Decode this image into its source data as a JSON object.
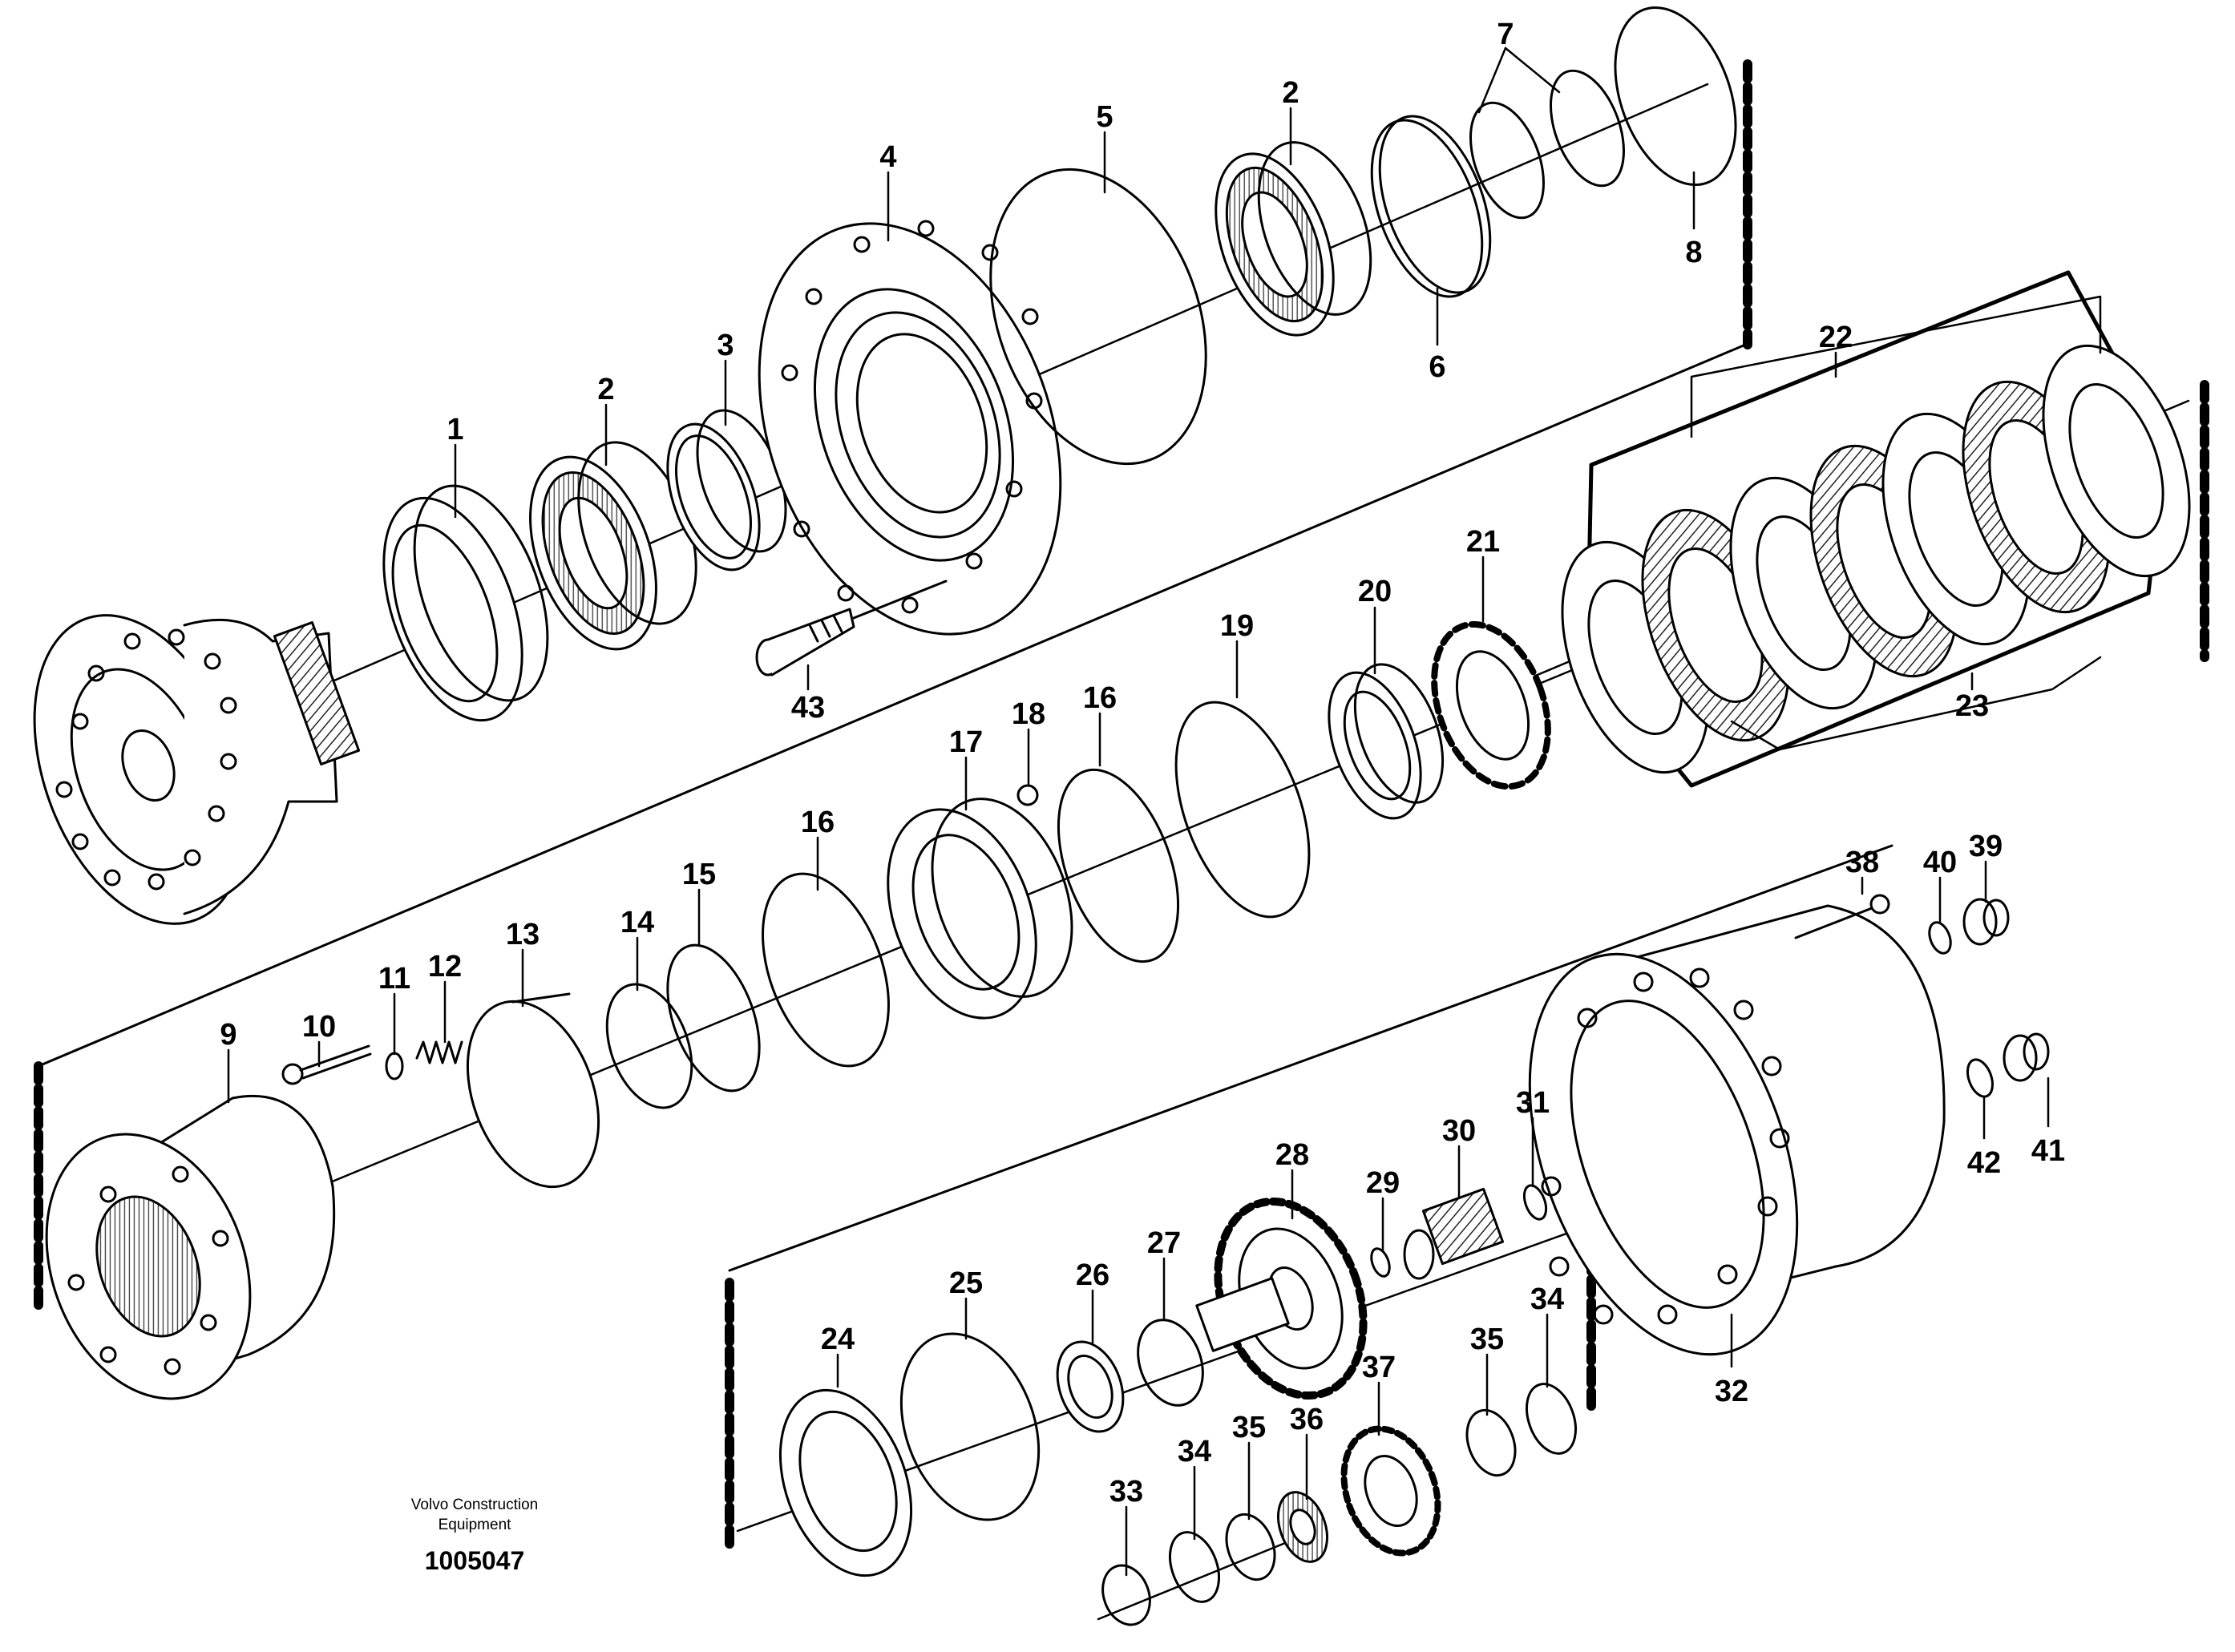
{
  "parts": [
    {
      "id": "part-1",
      "label": "1"
    },
    {
      "id": "part-2a",
      "label": "2"
    },
    {
      "id": "part-2b",
      "label": "2"
    },
    {
      "id": "part-3",
      "label": "3"
    },
    {
      "id": "part-4",
      "label": "4"
    },
    {
      "id": "part-5",
      "label": "5"
    },
    {
      "id": "part-6",
      "label": "6"
    },
    {
      "id": "part-7",
      "label": "7"
    },
    {
      "id": "part-8",
      "label": "8"
    },
    {
      "id": "part-9",
      "label": "9"
    },
    {
      "id": "part-10",
      "label": "10"
    },
    {
      "id": "part-11",
      "label": "11"
    },
    {
      "id": "part-12",
      "label": "12"
    },
    {
      "id": "part-13",
      "label": "13"
    },
    {
      "id": "part-14",
      "label": "14"
    },
    {
      "id": "part-15",
      "label": "15"
    },
    {
      "id": "part-16a",
      "label": "16"
    },
    {
      "id": "part-16b",
      "label": "16"
    },
    {
      "id": "part-17",
      "label": "17"
    },
    {
      "id": "part-18",
      "label": "18"
    },
    {
      "id": "part-19",
      "label": "19"
    },
    {
      "id": "part-20",
      "label": "20"
    },
    {
      "id": "part-21",
      "label": "21"
    },
    {
      "id": "part-22",
      "label": "22"
    },
    {
      "id": "part-23",
      "label": "23"
    },
    {
      "id": "part-24",
      "label": "24"
    },
    {
      "id": "part-25",
      "label": "25"
    },
    {
      "id": "part-26",
      "label": "26"
    },
    {
      "id": "part-27",
      "label": "27"
    },
    {
      "id": "part-28",
      "label": "28"
    },
    {
      "id": "part-29",
      "label": "29"
    },
    {
      "id": "part-30",
      "label": "30"
    },
    {
      "id": "part-31",
      "label": "31"
    },
    {
      "id": "part-32",
      "label": "32"
    },
    {
      "id": "part-33",
      "label": "33"
    },
    {
      "id": "part-34a",
      "label": "34"
    },
    {
      "id": "part-34b",
      "label": "34"
    },
    {
      "id": "part-35a",
      "label": "35"
    },
    {
      "id": "part-35b",
      "label": "35"
    },
    {
      "id": "part-36",
      "label": "36"
    },
    {
      "id": "part-37",
      "label": "37"
    },
    {
      "id": "part-38",
      "label": "38"
    },
    {
      "id": "part-39",
      "label": "39"
    },
    {
      "id": "part-40",
      "label": "40"
    },
    {
      "id": "part-41",
      "label": "41"
    },
    {
      "id": "part-42",
      "label": "42"
    },
    {
      "id": "part-43",
      "label": "43"
    }
  ],
  "footer": {
    "caption_line1": "Volvo Construction",
    "caption_line2": "Equipment",
    "doc_number": "1005047"
  }
}
